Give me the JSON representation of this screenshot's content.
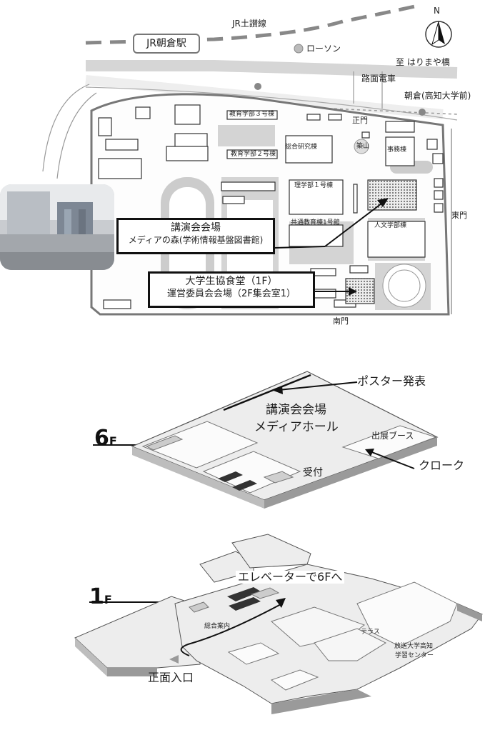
{
  "campus_map": {
    "north": "N",
    "station": "JR朝倉駅",
    "rail_line": "JR土讃線",
    "lawson": "ローソン",
    "to_harimaya": "至 はりまや橋",
    "tram": "路面電車",
    "tram_stop": "朝倉(高知大学前)",
    "main_gate": "正門",
    "east_gate": "東門",
    "south_gate": "南門",
    "edu3": "教育学部３号棟",
    "edu2": "教育学部２号棟",
    "research": "総合研究棟",
    "tsukiyama": "築山",
    "admin": "事務棟",
    "science1": "理学部１号棟",
    "common1": "共通教育棟1号館",
    "humanities": "人文学部棟",
    "venue_title": "講演会会場",
    "venue_sub": "メディアの森(学術情報基盤図書館)",
    "coop_title": "大学生協食堂（1F）",
    "coop_sub": "運営委員会会場（2F集会室1）"
  },
  "floor6": {
    "label_num": "6",
    "label_unit": "F",
    "hall_line1": "講演会会場",
    "hall_line2": "メディアホール",
    "booth": "出展ブース",
    "reception": "受付",
    "poster": "ポスター発表",
    "cloak": "クローク"
  },
  "floor1": {
    "label_num": "1",
    "label_unit": "F",
    "elevator": "エレベーターで6Fへ",
    "info": "総合案内",
    "terrace": "テラス",
    "ouj_line1": "放送大学高知",
    "ouj_line2": "学習センター",
    "entrance": "正面入口"
  },
  "colors": {
    "road": "#e6e6e6",
    "building_gray": "#d4d4d4",
    "track_gray": "#c8c8c8",
    "outline": "#333333"
  }
}
